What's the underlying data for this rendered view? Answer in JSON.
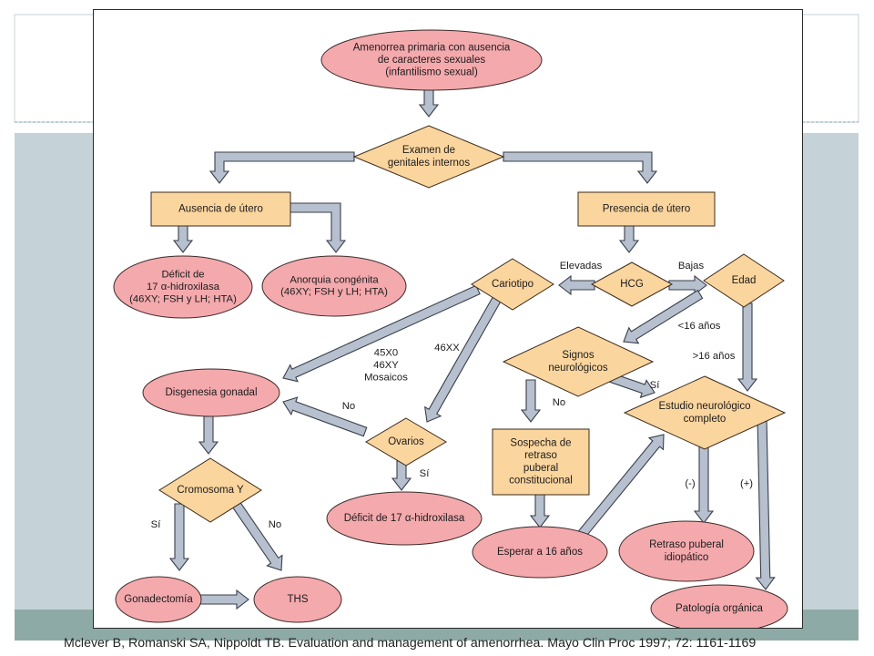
{
  "colors": {
    "slide_band": "#c5d3d8",
    "slide_bottom_band": "#8eaaa6",
    "node_pink": "#f4a9ad",
    "node_orange": "#fbd59e",
    "arrow_fill": "#b6c0cf",
    "arrow_stroke": "#3a3f4a"
  },
  "nodes": {
    "start": [
      "Amenorrea primaria con ausencia",
      "de caracteres sexuales",
      "(infantilismo sexual)"
    ],
    "examen": [
      "Examen de",
      "genitales internos"
    ],
    "ausencia_utero": [
      "Ausencia de útero"
    ],
    "presencia_utero": [
      "Presencia de útero"
    ],
    "deficit_17_a": [
      "Déficit de",
      "17 α-hidroxilasa",
      "(46XY; FSH y LH; HTA)"
    ],
    "anorquia": [
      "Anorquia congénita",
      "(46XY; FSH y LH; HTA)"
    ],
    "cariotipo": [
      "Cariotipo"
    ],
    "hcg": [
      "HCG"
    ],
    "edad": [
      "Edad"
    ],
    "disgenesia": [
      "Disgenesia gonadal"
    ],
    "signos": [
      "Signos",
      "neurológicos"
    ],
    "estudio": [
      "Estudio neurológico",
      "completo"
    ],
    "ovarios": [
      "Ovarios"
    ],
    "sospecha": [
      "Sospecha de",
      "retraso",
      "puberal",
      "constitucional"
    ],
    "cromosoma_y": [
      "Cromosoma Y"
    ],
    "deficit_17_b": [
      "Déficit de 17 α-hidroxilasa"
    ],
    "esperar": [
      "Esperar a 16 años"
    ],
    "retraso_idiopatico": [
      "Retraso puberal",
      "idiopático"
    ],
    "gonadectomia": [
      "Gonadectomía"
    ],
    "ths": [
      "THS"
    ],
    "patologia": [
      "Patología orgánica"
    ]
  },
  "edge_labels": {
    "elevadas": "Elevadas",
    "bajas": "Bajas",
    "menor_16": "<16 años",
    "mayor_16": ">16 años",
    "karyo_45x0": [
      "45X0",
      "46XY",
      "Mosaicos"
    ],
    "karyo_46xx": "46XX",
    "no_ovarios": "No",
    "si_ovarios": "Sí",
    "no_signos": "No",
    "si_signos": "Sí",
    "si_cromosoma": "Sí",
    "no_cromosoma": "No",
    "neg": "(-)",
    "pos": "(+)"
  },
  "caption": "Mclever B, Romanski SA, Nippoldt TB. Evaluation and management of amenorrhea. Mayo Clin Proc 1997; 72: 1161-1169"
}
